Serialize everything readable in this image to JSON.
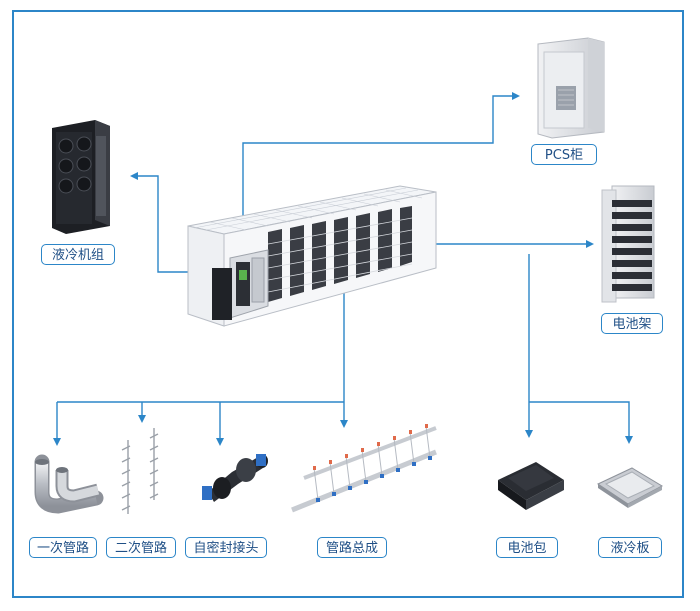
{
  "labels": {
    "liquid_cooling_unit": "液冷机组",
    "pcs_cabinet": "PCS柜",
    "battery_rack": "电池架",
    "primary_pipe": "一次管路",
    "secondary_pipe": "二次管路",
    "self_sealing_connector": "自密封接头",
    "pipe_assembly": "管路总成",
    "battery_pack": "电池包",
    "cold_plate": "液冷板"
  },
  "colors": {
    "accent": "#2c86c8",
    "label_text": "#1f4f86",
    "equipment_dark": "#2a2d33",
    "equipment_light": "#e4e6ea"
  }
}
